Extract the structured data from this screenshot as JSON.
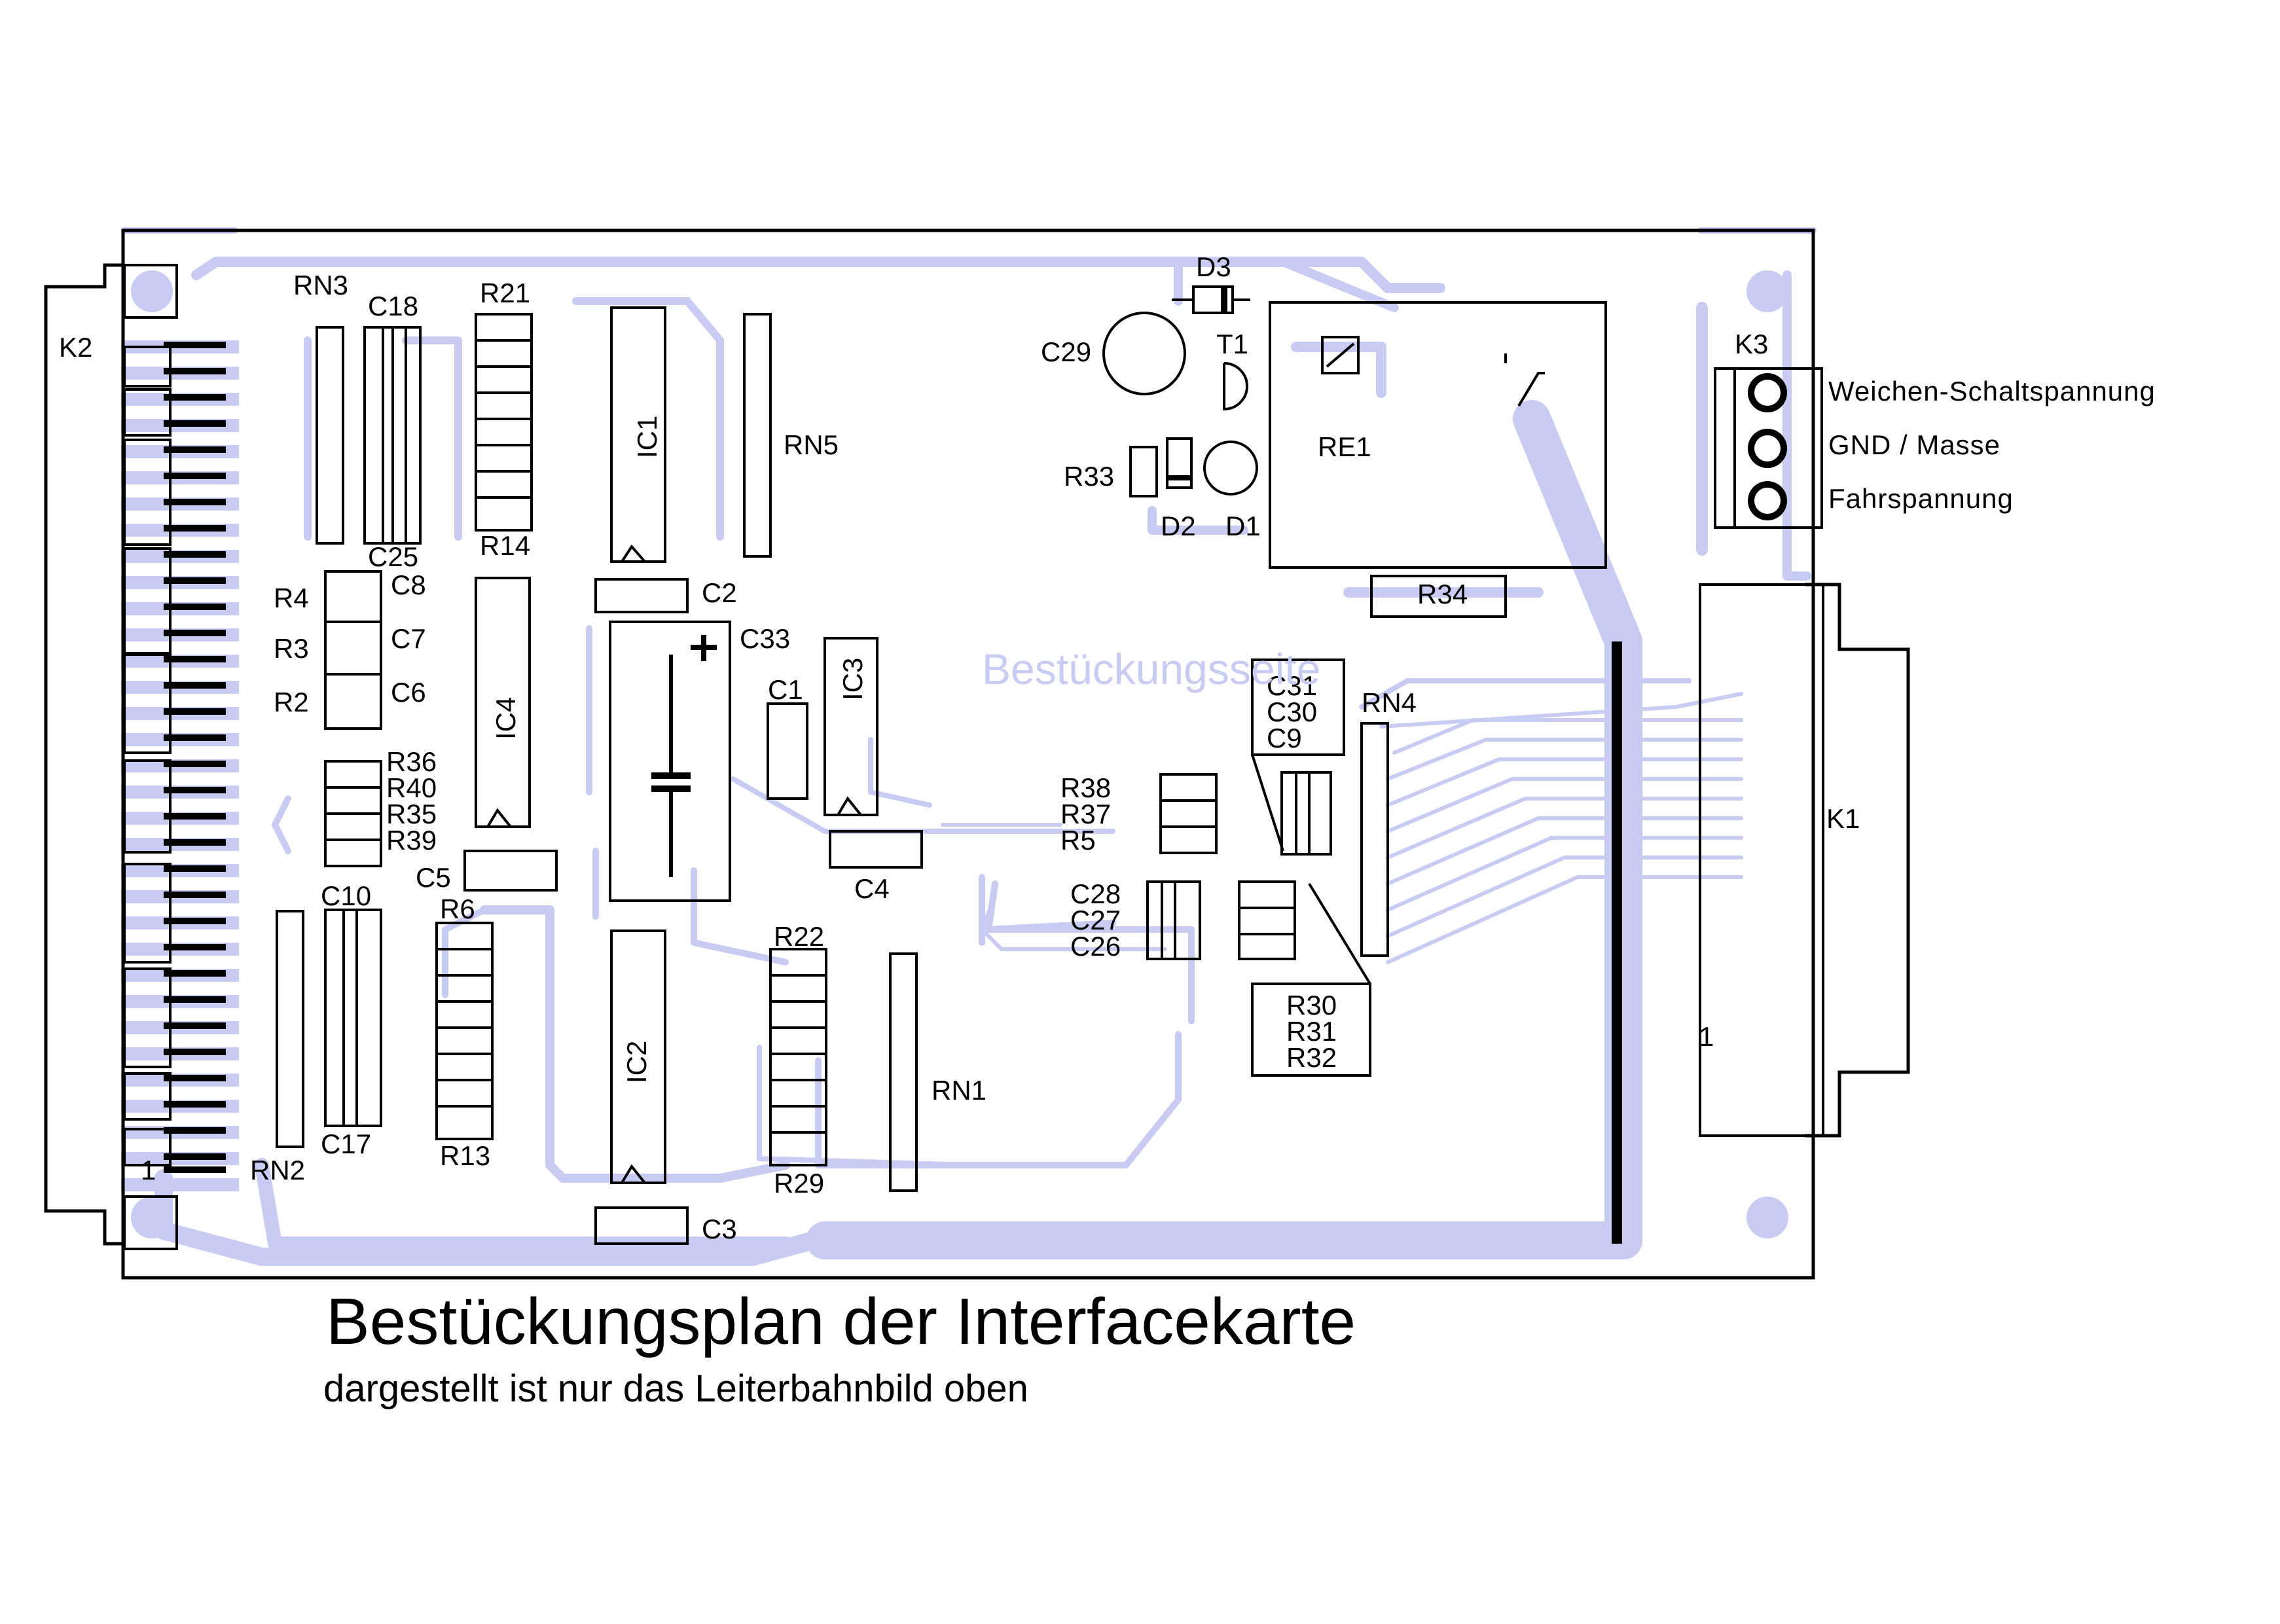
{
  "title": "Bestückungsplan der Interfacekarte",
  "subtitle": "dargestellt ist nur das Leiterbahnbild oben",
  "watermark": "Bestückungsseite",
  "colors": {
    "trace": "#c9ccf2",
    "outline": "#000000",
    "background": "#ffffff"
  },
  "connectors": {
    "k1": "K1",
    "k2": "K2",
    "k3": "K3",
    "k1_pin1": "1",
    "k2_pin1": "1",
    "k3_terminals": [
      "Weichen-Schaltspannung",
      "GND / Masse",
      "Fahrspannung"
    ]
  },
  "ics": [
    "IC1",
    "IC2",
    "IC3",
    "IC4"
  ],
  "relay": "RE1",
  "transistor": "T1",
  "diodes": [
    "D1",
    "D2",
    "D3"
  ],
  "resistor_networks": [
    "RN1",
    "RN2",
    "RN3",
    "RN4",
    "RN5"
  ],
  "resistors": {
    "r2": "R2",
    "r3": "R3",
    "r4": "R4",
    "r5": "R5",
    "r6": "R6",
    "r13": "R13",
    "r14": "R14",
    "r21": "R21",
    "r22": "R22",
    "r29": "R29",
    "r33": "R33",
    "r34": "R34",
    "r35": "R35",
    "r36": "R36",
    "r37": "R37",
    "r38": "R38",
    "r39": "R39",
    "r40": "R40",
    "r30": "R30",
    "r31": "R31",
    "r32": "R32"
  },
  "capacitors": {
    "c1": "C1",
    "c2": "C2",
    "c3": "C3",
    "c4": "C4",
    "c5": "C5",
    "c6": "C6",
    "c7": "C7",
    "c8": "C8",
    "c9": "C9",
    "c10": "C10",
    "c17": "C17",
    "c18": "C18",
    "c25": "C25",
    "c26": "C26",
    "c27": "C27",
    "c28": "C28",
    "c29": "C29",
    "c30": "C30",
    "c31": "C31",
    "c33": "C33"
  }
}
